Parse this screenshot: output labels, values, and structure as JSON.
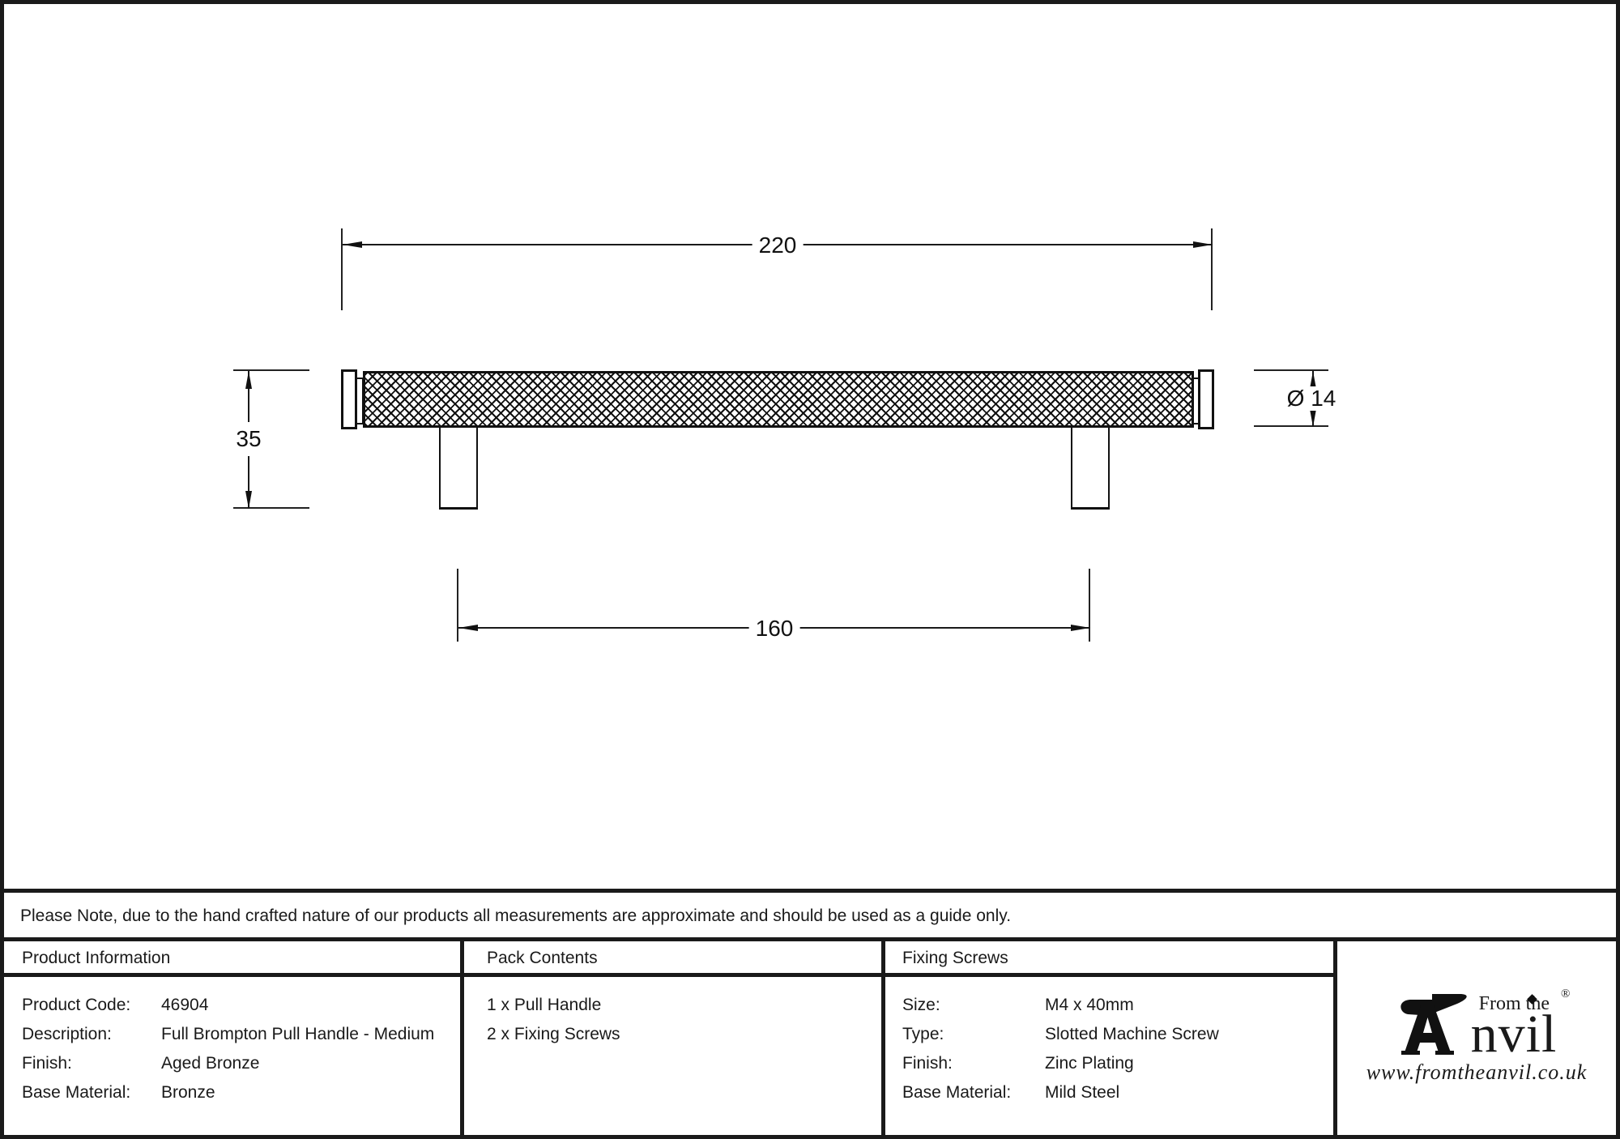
{
  "drawing": {
    "length_label": "220",
    "height_label": "35",
    "diameter_label": "Ø 14",
    "centres_label": "160"
  },
  "note": {
    "text": "Please Note, due to the hand crafted nature of our products all measurements are approximate and should be used as a guide only."
  },
  "table": {
    "product_information": {
      "header": "Product Information",
      "rows": [
        {
          "label": "Product Code:",
          "value": "46904"
        },
        {
          "label": "Description:",
          "value": "Full Brompton Pull Handle - Medium"
        },
        {
          "label": "Finish:",
          "value": "Aged Bronze"
        },
        {
          "label": "Base Material:",
          "value": "Bronze"
        }
      ]
    },
    "pack_contents": {
      "header": "Pack Contents",
      "items": [
        "1 x Pull Handle",
        "2 x Fixing Screws"
      ]
    },
    "fixing_screws": {
      "header": "Fixing Screws",
      "rows": [
        {
          "label": "Size:",
          "value": "M4 x 40mm"
        },
        {
          "label": "Type:",
          "value": "Slotted Machine Screw"
        },
        {
          "label": "Finish:",
          "value": "Zinc Plating"
        },
        {
          "label": "Base Material:",
          "value": "Mild Steel"
        }
      ]
    }
  },
  "logo": {
    "tagline": "From the",
    "wordmark": "nvil",
    "registered": "®",
    "website": "www.fromtheanvil.co.uk"
  },
  "colors": {
    "ink": "#1a1a1a",
    "background": "#ffffff"
  }
}
